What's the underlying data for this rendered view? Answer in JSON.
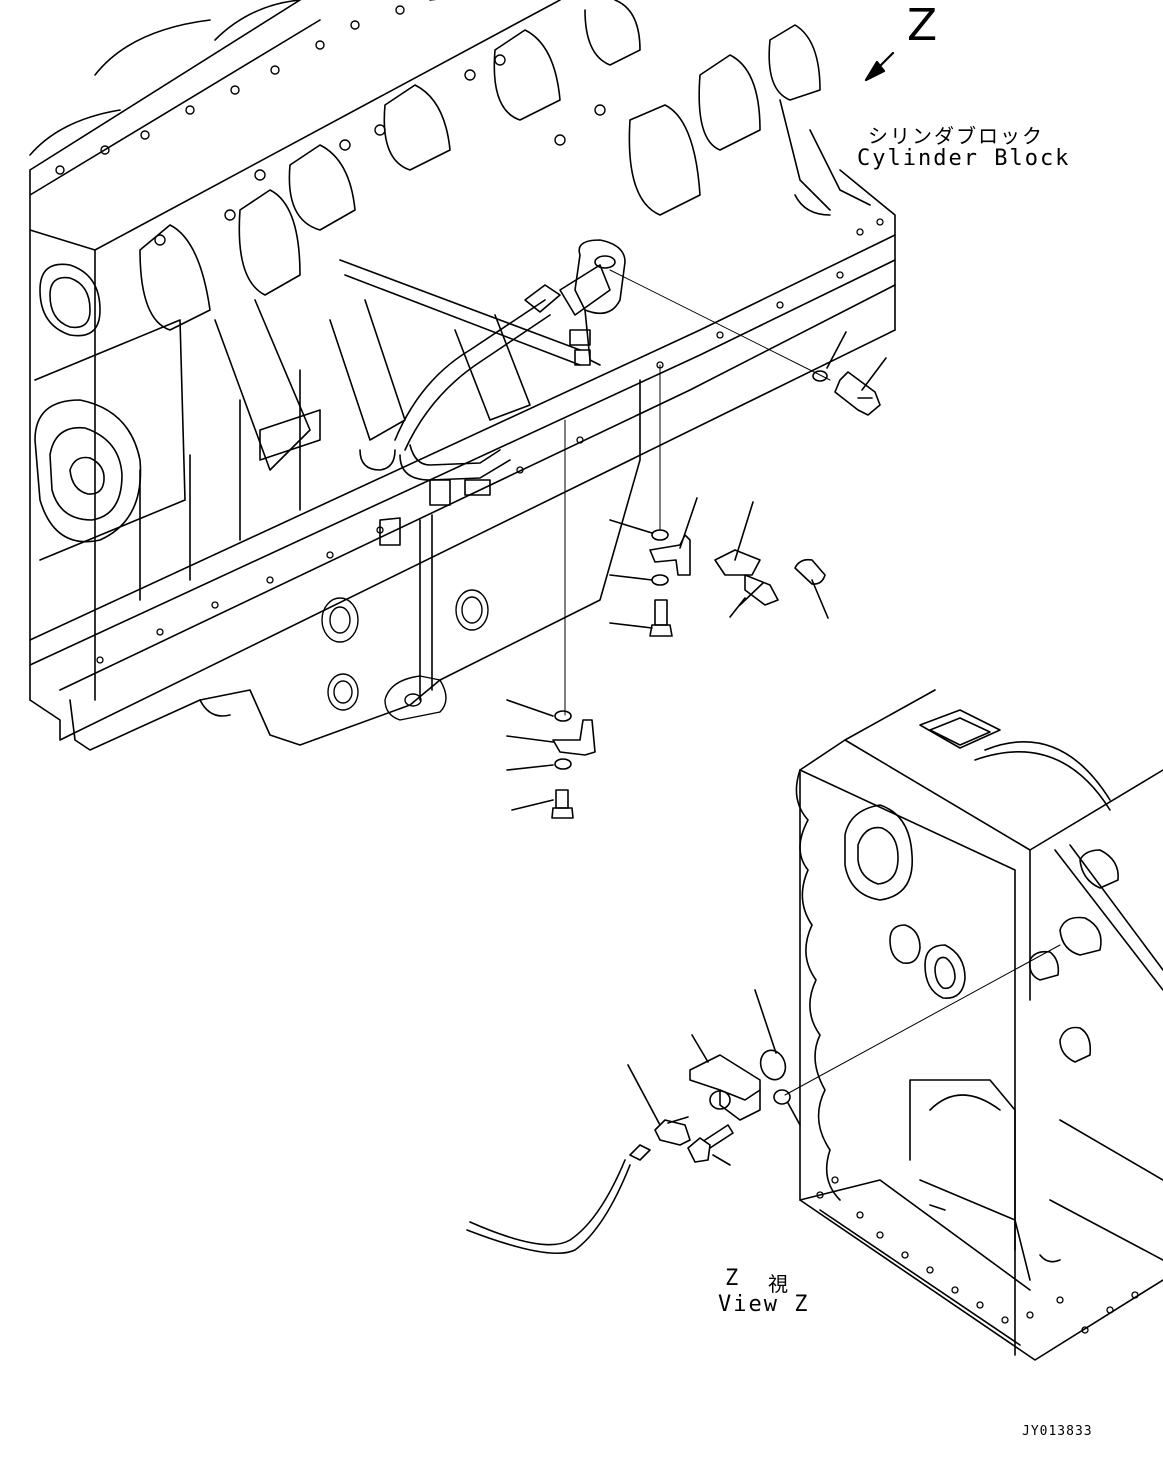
{
  "view_marker": {
    "letter": "Z"
  },
  "cylinder_block_label": {
    "japanese": "シリンダブロック",
    "english": "Cylinder Block"
  },
  "view_caption": {
    "letter": "Z",
    "japanese_suffix": "視",
    "english": "View Z"
  },
  "drawing_number": "JY013833",
  "colors": {
    "line": "#000000",
    "background": "#ffffff"
  }
}
